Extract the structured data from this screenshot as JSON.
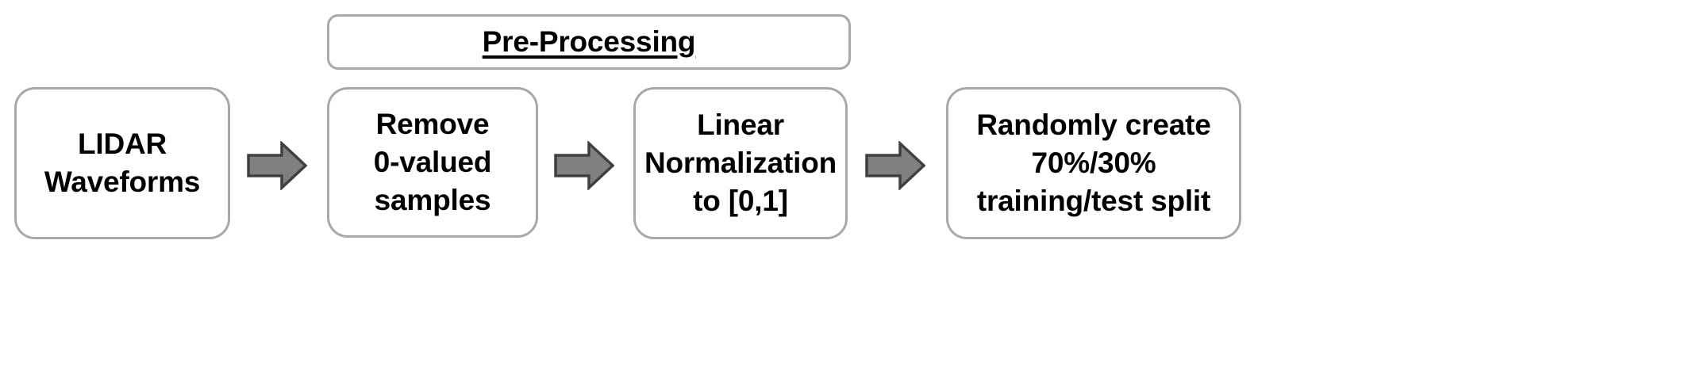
{
  "diagram": {
    "title": "Pre-Processing",
    "type": "flowchart",
    "orientation": "left-to-right",
    "colors": {
      "box_border": "#a8a8a8",
      "box_fill": "#ffffff",
      "arrow_fill": "#808080",
      "arrow_stroke": "#404040",
      "text": "#000000",
      "background": "#ffffff"
    }
  },
  "group": {
    "label": "Pre-Processing",
    "underlined": true,
    "spans_nodes": [
      "remove",
      "normalize"
    ]
  },
  "nodes": [
    {
      "id": "lidar",
      "label": "LIDAR\nWaveforms",
      "lines": [
        "LIDAR",
        "Waveforms"
      ]
    },
    {
      "id": "remove",
      "label": "Remove\n0-valued\nsamples",
      "lines": [
        "Remove",
        "0-valued",
        "samples"
      ]
    },
    {
      "id": "normalize",
      "label": "Linear\nNormalization\nto [0,1]",
      "lines": [
        "Linear",
        "Normalization",
        "to [0,1]"
      ]
    },
    {
      "id": "split",
      "label": "Randomly create\n70%/30%\ntraining/test split",
      "lines": [
        "Randomly create",
        "70%/30%",
        "training/test split"
      ]
    }
  ],
  "arrows": [
    {
      "id": "arrow-1",
      "from": "lidar",
      "to": "remove",
      "direction": "right",
      "icon": "right-block-arrow-icon"
    },
    {
      "id": "arrow-2",
      "from": "remove",
      "to": "normalize",
      "direction": "right",
      "icon": "right-block-arrow-icon"
    },
    {
      "id": "arrow-3",
      "from": "normalize",
      "to": "split",
      "direction": "right",
      "icon": "right-block-arrow-icon"
    }
  ]
}
